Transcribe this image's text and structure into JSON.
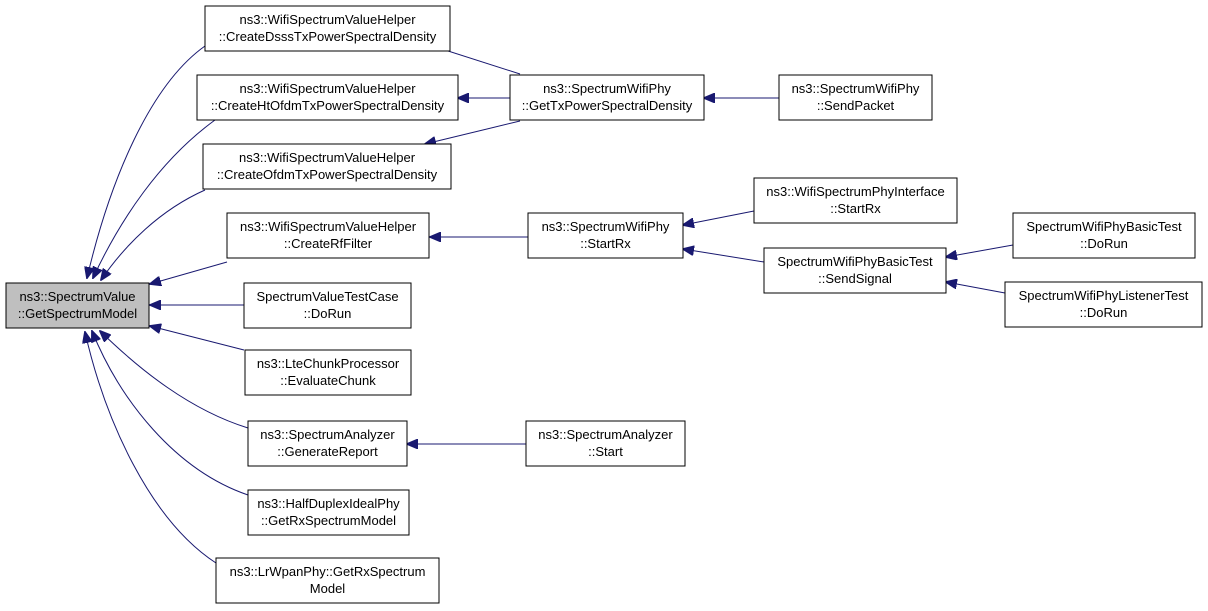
{
  "colors": {
    "edge": "#191970",
    "root_fill": "#bfbfbf",
    "node_fill": "#ffffff",
    "node_border": "#000000"
  },
  "nodes": {
    "root": {
      "line1": "ns3::SpectrumValue",
      "line2": "::GetSpectrumModel"
    },
    "dsss": {
      "line1": "ns3::WifiSpectrumValueHelper",
      "line2": "::CreateDsssTxPowerSpectralDensity"
    },
    "htofdm": {
      "line1": "ns3::WifiSpectrumValueHelper",
      "line2": "::CreateHtOfdmTxPowerSpectralDensity"
    },
    "ofdm": {
      "line1": "ns3::WifiSpectrumValueHelper",
      "line2": "::CreateOfdmTxPowerSpectralDensity"
    },
    "rffilter": {
      "line1": "ns3::WifiSpectrumValueHelper",
      "line2": "::CreateRfFilter"
    },
    "svtc": {
      "line1": "SpectrumValueTestCase",
      "line2": "::DoRun"
    },
    "lte": {
      "line1": "ns3::LteChunkProcessor",
      "line2": "::EvaluateChunk"
    },
    "sagen": {
      "line1": "ns3::SpectrumAnalyzer",
      "line2": "::GenerateReport"
    },
    "hdip": {
      "line1": "ns3::HalfDuplexIdealPhy",
      "line2": "::GetRxSpectrumModel"
    },
    "lrwpan": {
      "line1": "ns3::LrWpanPhy::GetRxSpectrum",
      "line2": "Model"
    },
    "swp_txpsd": {
      "line1": "ns3::SpectrumWifiPhy",
      "line2": "::GetTxPowerSpectralDensity"
    },
    "swp_send": {
      "line1": "ns3::SpectrumWifiPhy",
      "line2": "::SendPacket"
    },
    "swp_startrx": {
      "line1": "ns3::SpectrumWifiPhy",
      "line2": "::StartRx"
    },
    "wspi_startrx": {
      "line1": "ns3::WifiSpectrumPhyInterface",
      "line2": "::StartRx"
    },
    "basic_send": {
      "line1": "SpectrumWifiPhyBasicTest",
      "line2": "::SendSignal"
    },
    "basic_dorun": {
      "line1": "SpectrumWifiPhyBasicTest",
      "line2": "::DoRun"
    },
    "listener_dorun": {
      "line1": "SpectrumWifiPhyListenerTest",
      "line2": "::DoRun"
    },
    "sa_start": {
      "line1": "ns3::SpectrumAnalyzer",
      "line2": "::Start"
    }
  }
}
